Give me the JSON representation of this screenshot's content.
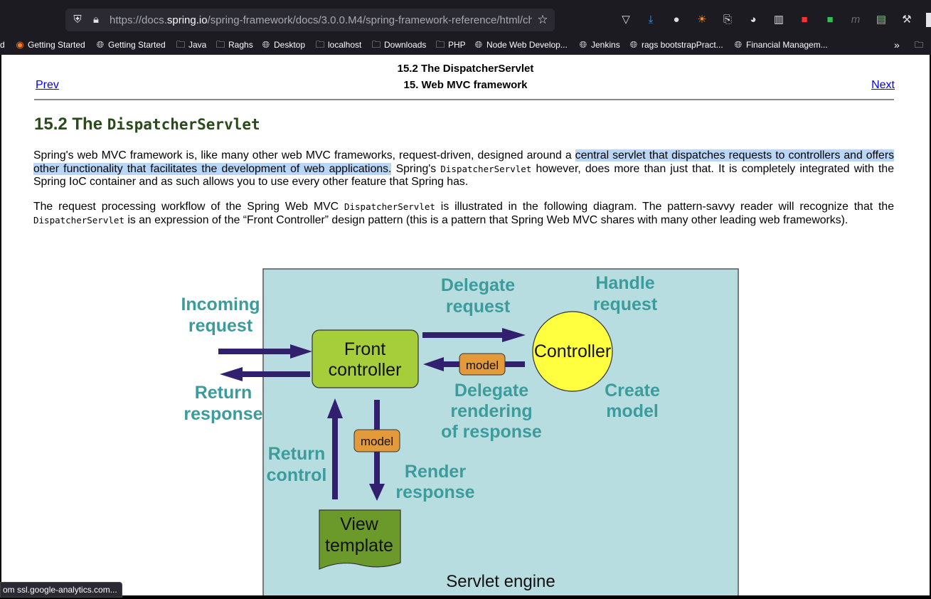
{
  "browser": {
    "url_prefix": "https://docs.",
    "url_domain": "spring.io",
    "url_rest": "/spring-framework/docs/3.0.0.M4/spring-framework-reference/html/ch",
    "bookmarks": [
      {
        "label": "d",
        "icon": "none"
      },
      {
        "label": "Getting Started",
        "icon": "firefox-icon"
      },
      {
        "label": "Getting Started",
        "icon": "globe-icon"
      },
      {
        "label": "Java",
        "icon": "folder-icon"
      },
      {
        "label": "Raghs",
        "icon": "folder-icon"
      },
      {
        "label": "Desktop",
        "icon": "globe-icon"
      },
      {
        "label": "localhost",
        "icon": "folder-icon"
      },
      {
        "label": "Downloads",
        "icon": "folder-icon"
      },
      {
        "label": "PHP",
        "icon": "folder-icon"
      },
      {
        "label": "Node Web Develop...",
        "icon": "globe-icon"
      },
      {
        "label": "Jenkins",
        "icon": "globe-icon"
      },
      {
        "label": "rags bootstrapPract...",
        "icon": "globe-icon"
      },
      {
        "label": "Financial Managem...",
        "icon": "globe-icon"
      }
    ],
    "status_text": "om ssl.google-analytics.com..."
  },
  "nav": {
    "title_line1": "15.2 The DispatcherServlet",
    "title_line2": "15. Web MVC framework",
    "prev": "Prev",
    "next": "Next"
  },
  "heading": {
    "prefix": "15.2 The ",
    "code": "DispatcherServlet"
  },
  "para1": {
    "t1": "Spring's web MVC framework is, like many other web MVC frameworks, request-driven, designed around a ",
    "highlight": "central servlet that dispatches requests to controllers and offers other functionality that facilitates the development of web applications.",
    "t2": " Spring's ",
    "code": "DispatcherServlet",
    "t3": " however, does more than just that. It is completely integrated with the Spring IoC container and as such allows you to use every other feature that Spring has."
  },
  "para2": {
    "t1": "The request processing workflow of the Spring Web MVC ",
    "code1": "DispatcherServlet",
    "t2": " is illustrated in the following diagram. The pattern-savvy reader will recognize that the ",
    "code2": "DispatcherServlet",
    "t3": " is an expression of the “Front Controller” design pattern (this is a pattern that Spring Web MVC shares with many other leading web frameworks)."
  },
  "diagram": {
    "incoming_1": "Incoming",
    "incoming_2": "request",
    "return_resp_1": "Return",
    "return_resp_2": "response",
    "delegate_req_1": "Delegate",
    "delegate_req_2": "request",
    "handle_req_1": "Handle",
    "handle_req_2": "request",
    "front_1": "Front",
    "front_2": "controller",
    "controller": "Controller",
    "model_top": "model",
    "model_mid": "model",
    "delegate_render_1": "Delegate",
    "delegate_render_2": "rendering",
    "delegate_render_3": "of response",
    "create_model_1": "Create",
    "create_model_2": "model",
    "return_control_1": "Return",
    "return_control_2": "control",
    "render_resp_1": "Render",
    "render_resp_2": "response",
    "view_1": "View",
    "view_2": "template",
    "engine": "Servlet engine",
    "colors": {
      "engine_bg": "#b7dde0",
      "teal_text": "#3c9c9c",
      "arrow": "#32206e",
      "front_fill": "#a6cd3a",
      "controller_fill": "#ffff40",
      "model_fill": "#e39a3a",
      "view_fill": "#6b9a2a"
    }
  }
}
